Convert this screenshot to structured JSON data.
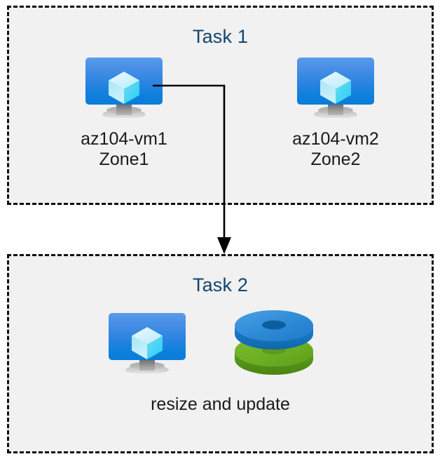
{
  "diagram": {
    "type": "flow",
    "title": "",
    "background_color": "#ffffff",
    "group_fill_color": "#f1f1f1",
    "group_border_color": "#101010",
    "title_color": "#12456e",
    "label_color": "#1a1a1a"
  },
  "task1": {
    "title": "Task 1",
    "nodes": [
      {
        "icon": "virtual-machine-icon",
        "caption": "az104-vm1\nZone1",
        "name": "az104-vm1",
        "zone": "Zone1"
      },
      {
        "icon": "virtual-machine-icon",
        "caption": "az104-vm2\nZone2",
        "name": "az104-vm2",
        "zone": "Zone2"
      }
    ]
  },
  "task2": {
    "title": "Task 2",
    "nodes": [
      {
        "icon": "virtual-machine-icon"
      },
      {
        "icon": "managed-disks-icon"
      }
    ],
    "caption": "resize and update"
  },
  "connector": {
    "from": "az104-vm1",
    "to": "task2",
    "arrow": "down-arrow",
    "color": "#000000"
  },
  "colors": {
    "vm_screen_top": "#5b9bea",
    "vm_screen_bottom": "#0a7cd8",
    "vm_cube_light": "#d6f3fb",
    "vm_cube_cyan": "#3ed5f5",
    "vm_cube_mid": "#8fe3f7",
    "vm_stand": "#b8b8b8",
    "disk_blue": "#2f8ad6",
    "disk_blue_dark": "#1168a8",
    "disk_green": "#6cb023",
    "disk_green_dark": "#4f8a16"
  }
}
